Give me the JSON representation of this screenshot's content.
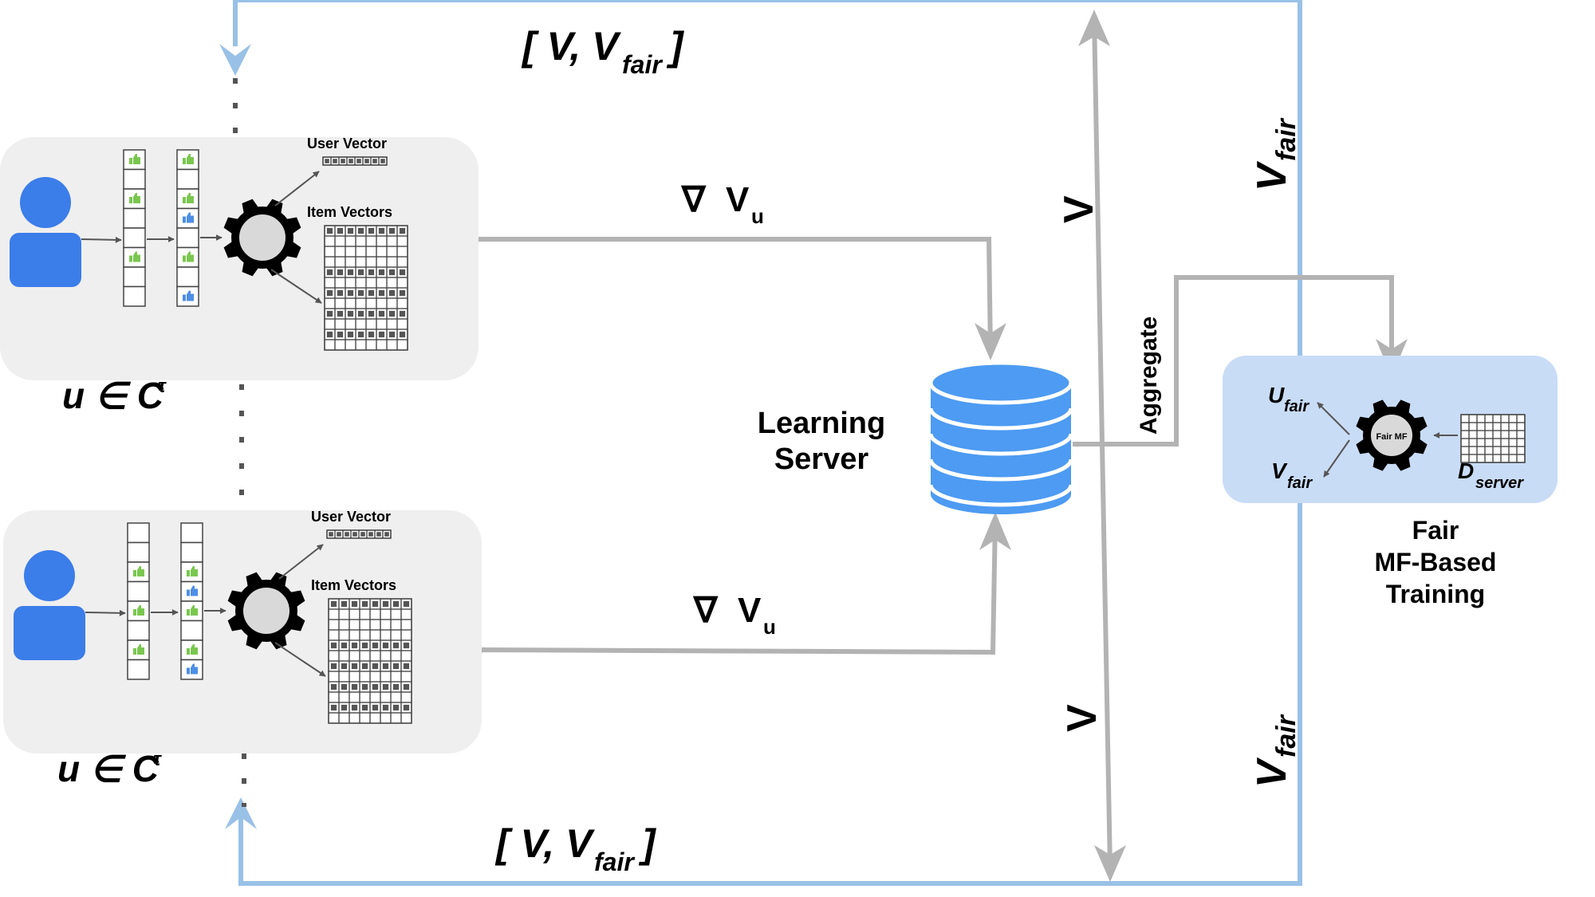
{
  "clients": [
    {
      "user_vector_label": "User Vector",
      "item_vectors_label": "Item Vectors",
      "set_label": "u ∈ C",
      "set_sup": "τ",
      "col1": [
        "g",
        "",
        "g",
        "",
        "",
        "g",
        "",
        ""
      ],
      "col2": [
        "g",
        "",
        "g",
        "b",
        "",
        "g",
        "",
        "b"
      ]
    },
    {
      "user_vector_label": "User Vector",
      "item_vectors_label": "Item Vectors",
      "set_label": "u ∈ C",
      "set_sup": "τ",
      "col1": [
        "",
        "",
        "g",
        "",
        "g",
        "",
        "g",
        ""
      ],
      "col2": [
        "",
        "",
        "g",
        "b",
        "g",
        "",
        "g",
        "b"
      ]
    }
  ],
  "gradient_label": {
    "nabla": "∇",
    "v": "V",
    "sub": "u"
  },
  "server_label": [
    "Learning",
    "Server"
  ],
  "aggregate_label": "Aggregate",
  "v_label": "V",
  "vfair_label": {
    "v": "V",
    "sub": "fair"
  },
  "broadcast_label": {
    "open": "[ V, V",
    "sub": "fair",
    "close": "]"
  },
  "fair_box": {
    "ufair": {
      "u": "U",
      "sub": "fair"
    },
    "vfair": {
      "v": "V",
      "sub": "fair"
    },
    "gear_label": "Fair MF",
    "dserver": {
      "d": "D",
      "sub": "server"
    }
  },
  "fair_caption": [
    "Fair",
    "MF-Based",
    "Training"
  ],
  "colors": {
    "panel": "#efefef",
    "user": "#3b7de9",
    "server": "#4d9bf2",
    "fair_box": "#c9dcf6",
    "gray_line": "#b3b3b3",
    "blue_line": "#99c1e6",
    "like_green": "#7ac74f",
    "like_blue": "#4d8ee6"
  }
}
